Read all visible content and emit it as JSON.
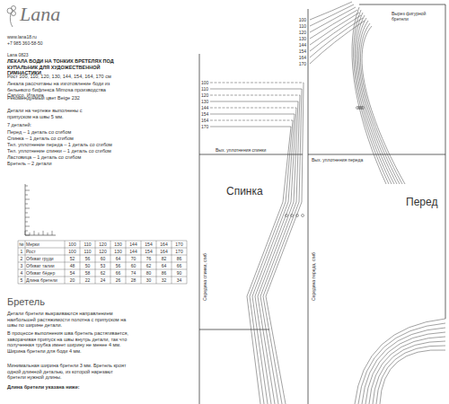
{
  "diagram": {
    "title": "ЛЕКАЛА БОДИ НА ТОНКИХ БРЕТЕЛЯХ ПОД КУПАЛЬНИК ДЛЯ ХУДОЖЕСТВЕННОЙ ГИМНАСТИКИ",
    "nodes": [
      {
        "text": [
          "Спинка"
        ]
      },
      {
        "text": [
          "Перед"
        ]
      }
    ],
    "labels": [
      "Lana",
      "www.lana18.ru",
      "+7 985 360-58-50",
      "Lana 0823",
      "Рост 100, 110, 120, 130, 144, 154, 164, 170 см",
      "Лекала рассчитаны на изготовление боди из бельевого бифлекса Mimosa производства Carvico, Италия",
      "Рекомендуемый цвет Beige 232",
      "Детали на чертеже выполнены с припуском на швы 5 мм.",
      "7 деталей:",
      "Перед – 1 деталь со сгибом",
      "Спинка – 1 деталь со сгибом",
      "Тел. уплотнение переда – 1 деталь со сгибом",
      "Тел. уплотнение спинки – 1 деталь со сгибом",
      "Ластовица – 1 деталь со сгибом",
      "Бретель – 2 детали",
      "Бретель",
      "Детали бретели выкраиваются направлением наибольшей растяжимости полотна с припуском на швы по ширине детали.",
      "В процессе выполнения шва бретель растягивается, заворачивая припуск на швы внутрь детали, так что полученная трубка имеет ширину не менее 4 мм. Ширина бретели для боди 4 мм.",
      "Минимальная ширина бретели 3 мм. Бретель кроят одной длинной деталью, из которой нарезают бретели нужной длины.",
      "Длина бретели указана ниже:",
      "Вырез фигурной бретели",
      "Вых. уплотнения спинки",
      "Вых. уплотнения переда",
      "Середина спинки, сгиб",
      "Середина переда, сгиб",
      "100",
      "110",
      "120",
      "130",
      "144",
      "154",
      "164",
      "170",
      "100",
      "110",
      "120",
      "130",
      "144",
      "154",
      "164",
      "170",
      "№",
      "Мерки",
      "100",
      "110",
      "120",
      "130",
      "144",
      "154",
      "164",
      "170",
      "1",
      "Рост",
      "100",
      "110",
      "120",
      "130",
      "144",
      "154",
      "164",
      "170",
      "2",
      "Обхват груди",
      "52",
      "56",
      "60",
      "64",
      "70",
      "76",
      "82",
      "86",
      "3",
      "Обхват талии",
      "48",
      "50",
      "53",
      "56",
      "60",
      "62",
      "64",
      "66",
      "4",
      "Обхват бёдер",
      "54",
      "58",
      "62",
      "66",
      "74",
      "80",
      "86",
      "90",
      "5",
      "Длина бретели",
      "20",
      "22",
      "24",
      "26",
      "28",
      "30",
      "32",
      "34"
    ]
  }
}
